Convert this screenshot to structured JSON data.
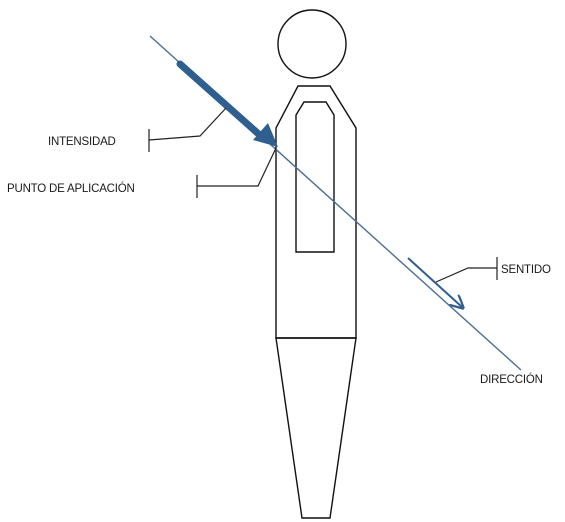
{
  "labels": {
    "intensidad": "INTENSIDAD",
    "punto_aplicacion": "PUNTO DE APLICACIÓN",
    "sentido": "SENTIDO",
    "direccion": "DIRECCIÓN"
  },
  "colors": {
    "force_vector": "#2f5f8f",
    "direction_line": "#4a6f96",
    "outline": "#111111",
    "text": "#1a1a1a"
  },
  "icons": {
    "figure": "human-silhouette-icon"
  }
}
